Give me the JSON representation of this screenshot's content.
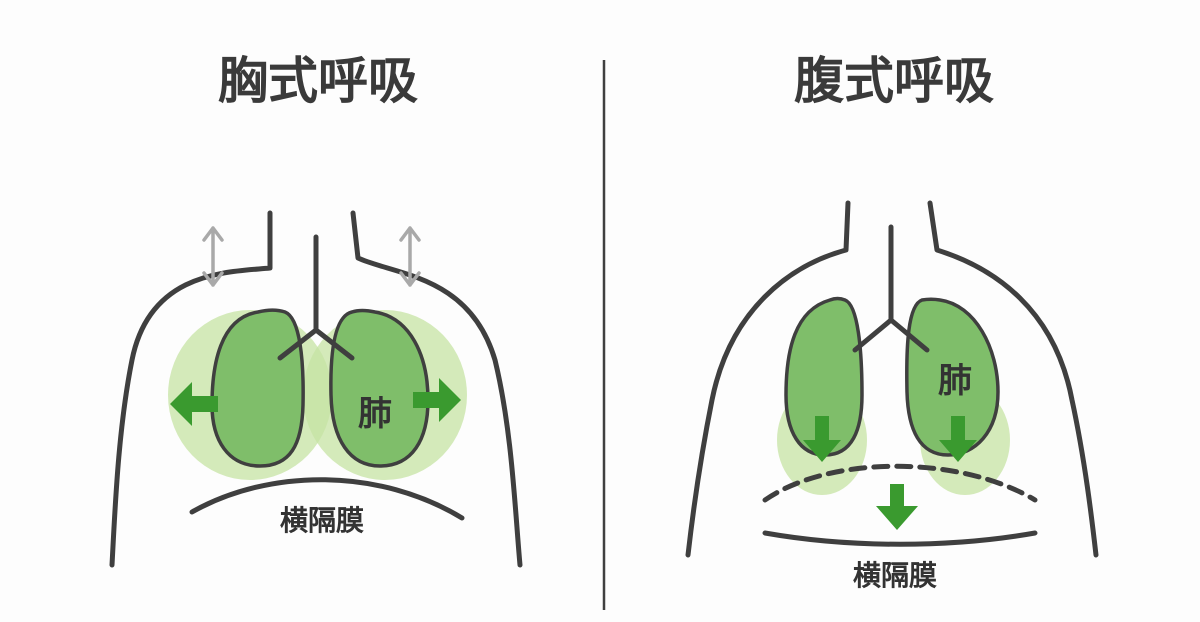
{
  "colors": {
    "background": "#fdfdfd",
    "outline": "#3f3f3f",
    "lung_fill": "#7fbe6a",
    "lung_glow": "#c6e3a3",
    "arrow_green": "#3a9a2f",
    "arrow_grey": "#a9a9a9"
  },
  "left_panel": {
    "title": "胸式呼吸",
    "lung_label": "肺",
    "diaphragm_label": "横隔膜",
    "icons": [
      "double-arrow-vertical-icon",
      "arrow-left-icon",
      "arrow-right-icon"
    ]
  },
  "right_panel": {
    "title": "腹式呼吸",
    "lung_label": "肺",
    "diaphragm_label": "横隔膜",
    "icons": [
      "arrow-down-icon",
      "arrow-down-icon",
      "arrow-down-icon"
    ]
  }
}
